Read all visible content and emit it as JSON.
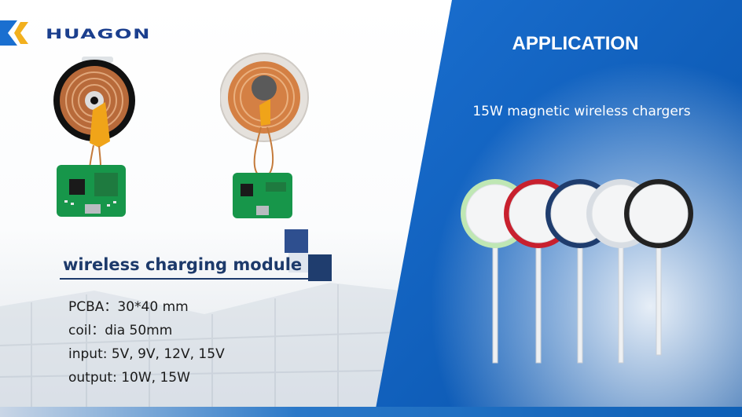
{
  "brand": {
    "logo_text": "HUAGON"
  },
  "application": {
    "title": "APPLICATION",
    "subtitle": "15W magnetic wireless  chargers"
  },
  "module": {
    "label": "wireless charging module",
    "specs": [
      "PCBA：30*40 mm",
      "coil：dia 50mm",
      "input: 5V, 9V, 12V, 15V",
      "output: 10W,  15W"
    ]
  },
  "charger_ring_colors": [
    "#bfe7b4",
    "#c8202e",
    "#1f3d6e",
    "#d8dde3",
    "#222222"
  ],
  "colors": {
    "brand_blue": "#1b3f8e",
    "panel_blue": "#0d5fb6",
    "accent_gold": "#f2b01e"
  }
}
